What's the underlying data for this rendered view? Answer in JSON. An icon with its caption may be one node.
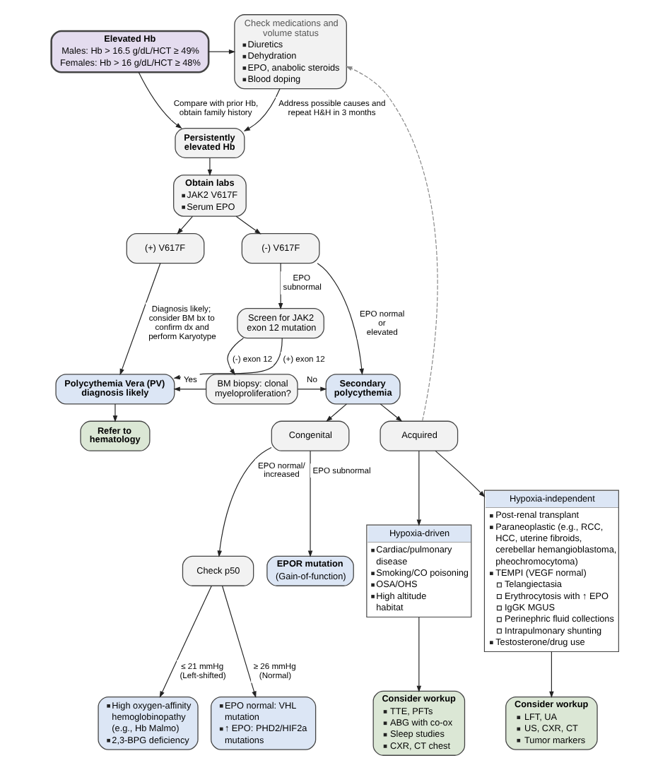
{
  "diagram": {
    "nodes": [
      {
        "text": [
          "Elevated Hb",
          "Males: Hb > 16.5 g/dL/HCT ≥ 49%",
          "Females: Hb > 16 g/dL/HCT ≥ 48%"
        ]
      },
      {
        "text": [
          "Check medications and volume status",
          "Diuretics",
          "Dehydration",
          "EPO, anabolic steroids",
          "Blood doping"
        ]
      },
      {
        "text": [
          "Persistently elevated Hb"
        ]
      },
      {
        "text": [
          "Obtain labs",
          "JAK2 V617F",
          "Serum EPO"
        ]
      },
      {
        "text": [
          "(+) V617F"
        ]
      },
      {
        "text": [
          "(-) V617F"
        ]
      },
      {
        "text": [
          "Screen for JAK2 exon 12 mutation"
        ]
      },
      {
        "text": [
          "Polycythemia Vera (PV) diagnosis likely"
        ]
      },
      {
        "text": [
          "BM biopsy: clonal myeloproliferation?"
        ]
      },
      {
        "text": [
          "Secondary polycythemia"
        ]
      },
      {
        "text": [
          "Refer to hematology"
        ]
      },
      {
        "text": [
          "Congenital"
        ]
      },
      {
        "text": [
          "Acquired"
        ]
      },
      {
        "text": [
          "EPOR mutation",
          "(Gain-of-function)"
        ]
      },
      {
        "text": [
          "Check p50"
        ]
      },
      {
        "text": [
          "Hypoxia-driven",
          "Cardiac/pulmonary disease",
          "Smoking/CO poisoning",
          "OSA/OHS",
          "High altitude habitat"
        ]
      },
      {
        "text": [
          "Hypoxia-independent",
          "Post-renal transplant",
          "Paraneoplastic (e.g., RCC, HCC, uterine fibroids, cerebellar hemangioblastoma, pheochromocytoma)",
          "TEMPI (VEGF normal)",
          "Telangiectasia",
          "Erythrocytosis with ↑ EPO",
          "IgGK MGUS",
          "Perinephric fluid collections",
          "Intrapulmonary shunting",
          "Testosterone/drug use"
        ]
      },
      {
        "text": [
          "High oxygen-affinity hemoglobinopathy (e.g., Hb Malmo)",
          "2,3-BPG deficiency"
        ]
      },
      {
        "text": [
          "EPO normal: VHL mutation",
          "↑ EPO: PHD2/HIF2a mutations"
        ]
      },
      {
        "text": [
          "Consider workup",
          "TTE, PFTs",
          "ABG with co-ox",
          "Sleep studies",
          "CXR, CT chest"
        ]
      },
      {
        "text": [
          "Consider workup",
          "LFT, UA",
          "US, CXR, CT",
          "Tumor markers"
        ]
      }
    ],
    "edges": [
      {
        "from": 0,
        "to": 1,
        "arrow": "to"
      },
      {
        "from": 0,
        "to": 2,
        "arrow": "to",
        "label": "Compare with prior Hb, obtain family history"
      },
      {
        "from": 1,
        "to": 2,
        "arrow": "to",
        "label": "Address possible causes and repeat H&H in 3 months"
      },
      {
        "from": 2,
        "to": 3,
        "arrow": "to"
      },
      {
        "from": 3,
        "to": 4,
        "arrow": "to"
      },
      {
        "from": 3,
        "to": 5,
        "arrow": "to"
      },
      {
        "from": 4,
        "to": 7,
        "arrow": "to",
        "label": "Diagnosis likely; consider BM bx to confirm dx and perform Karyotype"
      },
      {
        "from": 5,
        "to": 6,
        "arrow": "to",
        "label": "EPO subnormal"
      },
      {
        "from": 5,
        "to": 9,
        "arrow": "to",
        "label": "EPO normal or elevated"
      },
      {
        "from": 6,
        "to": 8,
        "arrow": "to",
        "label": "(-) exon 12"
      },
      {
        "from": 6,
        "to": 7,
        "arrow": "to",
        "label": "(+) exon 12"
      },
      {
        "from": 8,
        "to": 7,
        "arrow": "to",
        "label": "Yes"
      },
      {
        "from": 8,
        "to": 9,
        "arrow": "to",
        "label": "No"
      },
      {
        "from": 7,
        "to": 10,
        "arrow": "to"
      },
      {
        "from": 9,
        "to": 11,
        "arrow": "to"
      },
      {
        "from": 9,
        "to": 12,
        "arrow": "to"
      },
      {
        "from": 12,
        "to": 1,
        "arrow": "to",
        "style": "dashed",
        "color": "#888888"
      },
      {
        "from": 11,
        "to": 14,
        "arrow": "to",
        "label": "EPO normal/ increased"
      },
      {
        "from": 11,
        "to": 13,
        "arrow": "to",
        "label": "EPO subnormal"
      },
      {
        "from": 12,
        "to": 15,
        "arrow": "to"
      },
      {
        "from": 12,
        "to": 16,
        "arrow": "to"
      },
      {
        "from": 14,
        "to": 17,
        "arrow": "to",
        "label": "≤ 21 mmHg (Left-shifted)"
      },
      {
        "from": 14,
        "to": 18,
        "arrow": "to",
        "label": "≥ 26 mmHg (Normal)"
      },
      {
        "from": 15,
        "to": 19,
        "arrow": "to"
      },
      {
        "from": 16,
        "to": 20,
        "arrow": "to"
      }
    ]
  }
}
